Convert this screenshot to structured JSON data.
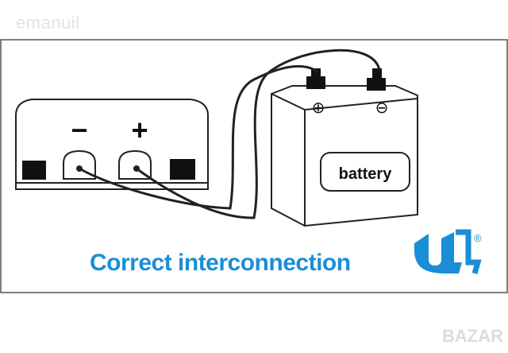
{
  "watermark_top": "emanuil",
  "watermark_bottom": "BAZAR",
  "caption": "Correct interconnection",
  "battery": {
    "label": "battery"
  },
  "terminals": {
    "left_minus": "−",
    "left_plus": "+",
    "battery_plus": "⊕",
    "battery_minus": "⊖"
  },
  "ul_mark": {
    "registered": "®"
  },
  "colors": {
    "caption": "#1a8ed6",
    "ul_logo": "#1a8ed6",
    "line": "#222222"
  }
}
